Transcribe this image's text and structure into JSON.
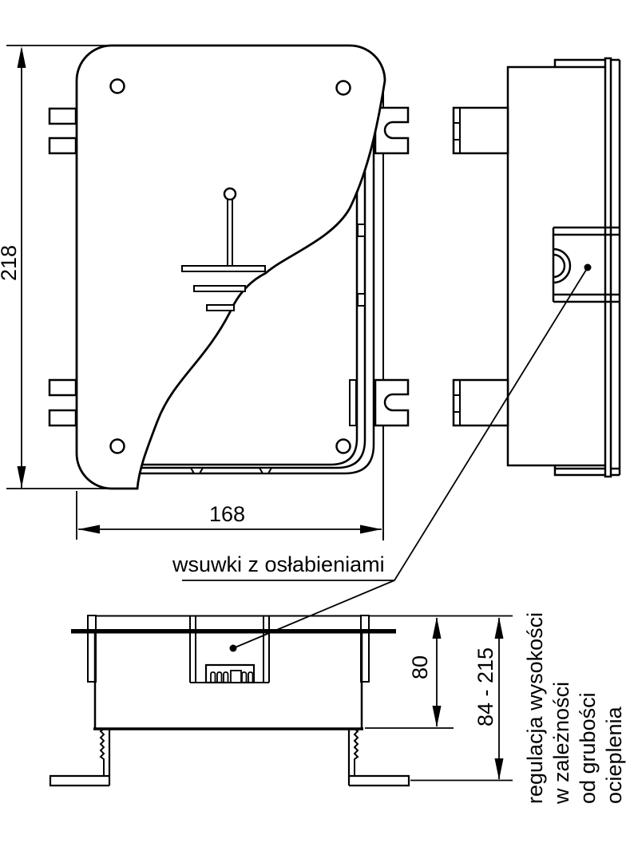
{
  "drawing": {
    "background": "#ffffff",
    "line_color": "#000000",
    "dimensions": {
      "height": "218",
      "width": "168",
      "box_depth": "80",
      "depth_range": "84 - 215"
    },
    "annotations": {
      "slides_label": "wsuwki z osłabieniami",
      "height_adjust_lines": [
        "regulacja wysokości",
        "w zależności",
        "od grubości",
        "ocieplenia"
      ]
    }
  }
}
